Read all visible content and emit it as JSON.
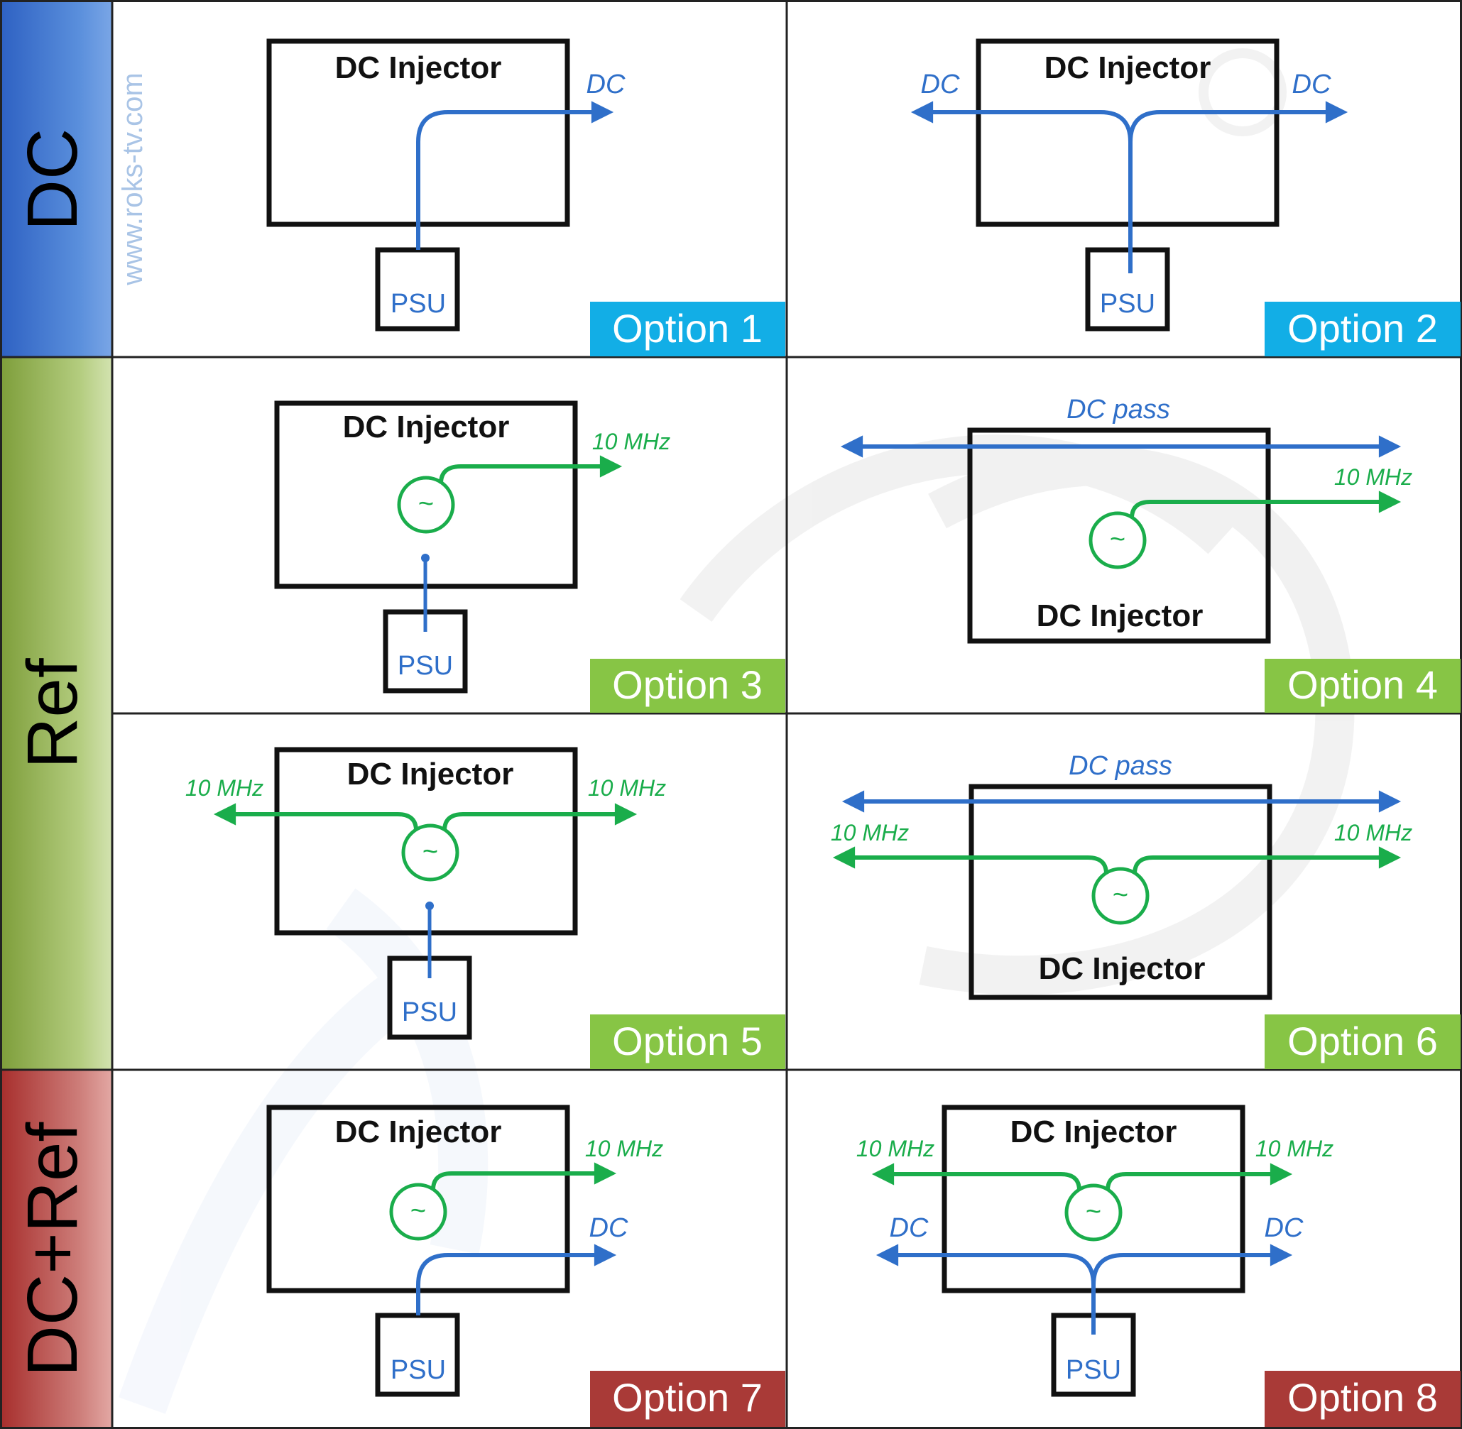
{
  "watermark": {
    "site": "www.roks-tv.com"
  },
  "colors": {
    "dc": "#2f6fc9",
    "ref": "#1aad4b",
    "dc_band": "#3a6cc6",
    "ref_band": "#8fae4c",
    "dcref_band": "#b24240",
    "tag_dc": "#12aee6",
    "tag_ref": "#87c545",
    "tag_dcref": "#a93a37"
  },
  "groups": [
    {
      "id": "dc",
      "label": "DC"
    },
    {
      "id": "ref",
      "label": "Ref"
    },
    {
      "id": "dcref",
      "label": "DC+Ref"
    }
  ],
  "labels": {
    "injector": "DC Injector",
    "psu": "PSU",
    "dc": "DC",
    "dc_pass": "DC pass",
    "ref": "10 MHz",
    "oscillator_symbol": "~"
  },
  "options": [
    {
      "label": "Option 1"
    },
    {
      "label": "Option 2"
    },
    {
      "label": "Option 3"
    },
    {
      "label": "Option 4"
    },
    {
      "label": "Option 5"
    },
    {
      "label": "Option 6"
    },
    {
      "label": "Option 7"
    },
    {
      "label": "Option 8"
    }
  ]
}
